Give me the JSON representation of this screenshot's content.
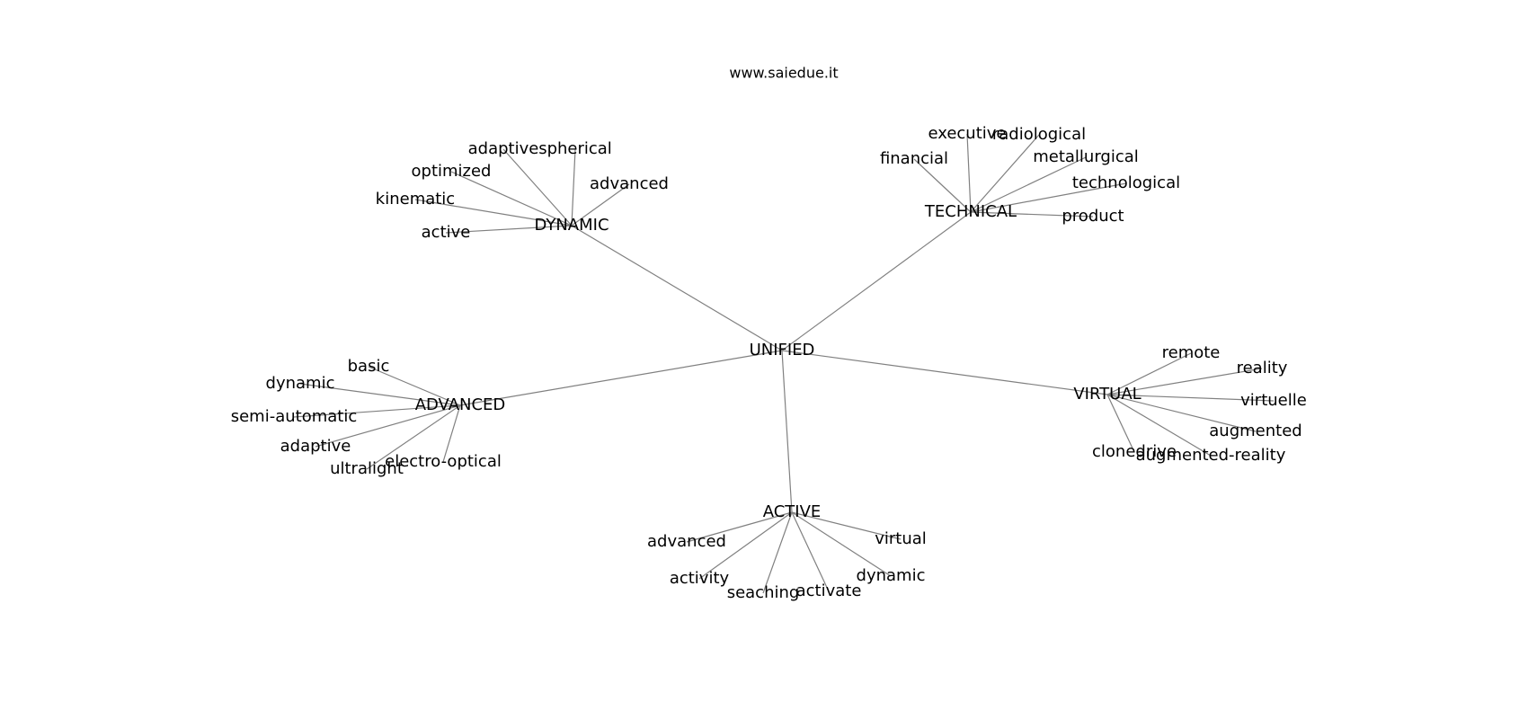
{
  "title": "www.saiedue.it",
  "graph": {
    "root": "UNIFIED",
    "hubs": [
      {
        "label": "DYNAMIC",
        "leaves": [
          "adaptive",
          "spherical",
          "optimized",
          "advanced",
          "kinematic",
          "active"
        ]
      },
      {
        "label": "TECHNICAL",
        "leaves": [
          "executive",
          "radiological",
          "financial",
          "metallurgical",
          "technological",
          "product"
        ]
      },
      {
        "label": "ADVANCED",
        "leaves": [
          "basic",
          "dynamic",
          "semi-automatic",
          "adaptive",
          "ultralight",
          "electro-optical"
        ]
      },
      {
        "label": "VIRTUAL",
        "leaves": [
          "remote",
          "reality",
          "virtuelle",
          "augmented",
          "clonedrive",
          "augmented-reality"
        ]
      },
      {
        "label": "ACTIVE",
        "leaves": [
          "advanced",
          "virtual",
          "activity",
          "dynamic",
          "seaching",
          "activate"
        ]
      }
    ]
  },
  "colors": {
    "edge": "#808080",
    "text": "#000000",
    "background": "#ffffff"
  }
}
